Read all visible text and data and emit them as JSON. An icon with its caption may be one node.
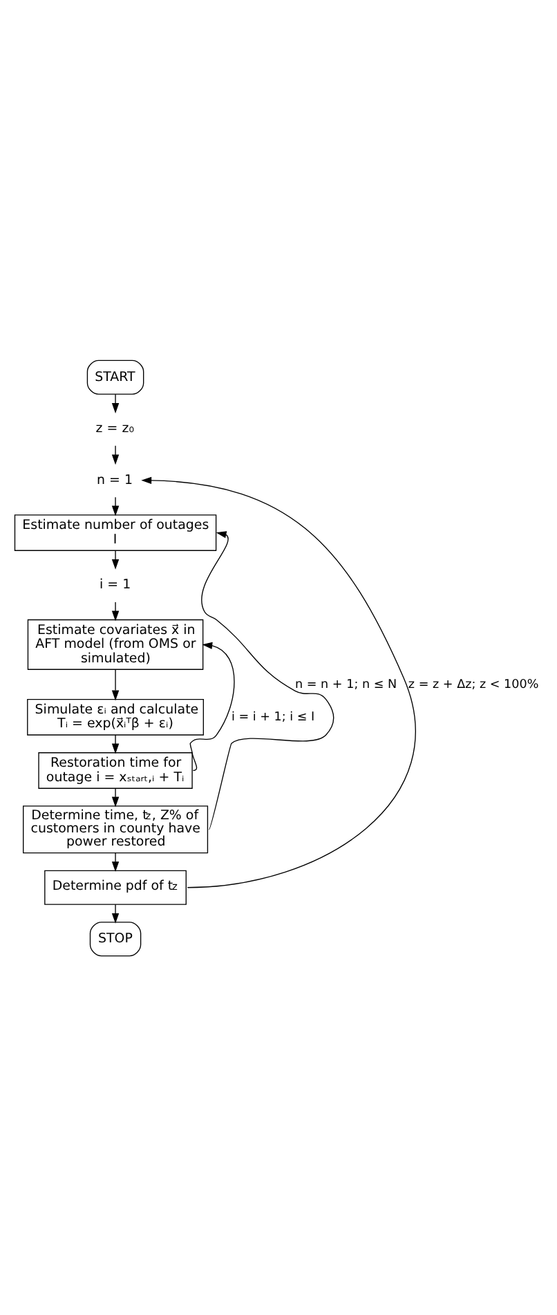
{
  "diagram": {
    "nodes": [
      {
        "text": [
          "START"
        ]
      },
      {
        "text": [
          "z = z₀"
        ]
      },
      {
        "text": [
          "n = 1"
        ]
      },
      {
        "text": [
          "Estimate number of outages I"
        ]
      },
      {
        "text": [
          "i = 1"
        ]
      },
      {
        "text": [
          "Estimate covariates x⃗ in AFT model (from OMS or simulated)"
        ]
      },
      {
        "text": [
          "Simulate εᵢ and calculate Tᵢ = exp(x⃗ᵢᵀβ + εᵢ)"
        ]
      },
      {
        "text": [
          "Restoration time for outage i = xₛₜₐᵣₜ,ᵢ + Tᵢ"
        ]
      },
      {
        "text": [
          "Determine time, t$_{z}$, Z% of customers in county have power restored"
        ]
      },
      {
        "text": [
          "Determine pdf of t$_{z}$"
        ]
      },
      {
        "text": [
          "STOP"
        ]
      }
    ],
    "edges": [
      {
        "from": 0,
        "to": 1,
        "arrow": "to"
      },
      {
        "from": 1,
        "to": 2,
        "arrow": "to"
      },
      {
        "from": 2,
        "to": 3,
        "arrow": "to"
      },
      {
        "from": 3,
        "to": 4,
        "arrow": "to"
      },
      {
        "from": 4,
        "to": 5,
        "arrow": "to"
      },
      {
        "from": 5,
        "to": 6,
        "arrow": "to"
      },
      {
        "from": 6,
        "to": 7,
        "arrow": "to"
      },
      {
        "from": 7,
        "to": 8,
        "arrow": "to"
      },
      {
        "from": 8,
        "to": 9,
        "arrow": "to"
      },
      {
        "from": 9,
        "to": 10,
        "arrow": "to"
      },
      {
        "from": 7,
        "to": 5,
        "arrow": "to",
        "label": "i = i + 1; i ≤ I"
      },
      {
        "from": 8,
        "to": 3,
        "arrow": "to",
        "label": "n = n + 1; n ≤ N"
      },
      {
        "from": 9,
        "to": 2,
        "arrow": "to",
        "label": "z = z + Δz; z < 100%"
      }
    ]
  }
}
